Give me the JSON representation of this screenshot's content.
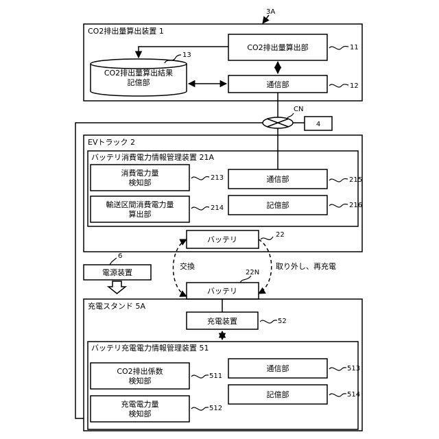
{
  "figure": {
    "ref_3a": "3A",
    "ref_cn": "CN",
    "ref_4": "4",
    "ref_6": "6",
    "ref_22": "22",
    "ref_22n": "22N"
  },
  "co2_device": {
    "title": "CO2排出量算出装置 1",
    "calc_unit": {
      "label": "CO2排出量算出部",
      "num": "11"
    },
    "comm_unit": {
      "label": "通信部",
      "num": "12"
    },
    "result_storage": {
      "line1": "CO2排出量算出結果",
      "line2": "記億部",
      "num": "13"
    }
  },
  "ev_truck": {
    "title": "EVトラック 2",
    "mgmt": {
      "title": "バッテリ消費電力情報管理装置 21A",
      "consumption_detector": {
        "line1": "消費電力量",
        "line2": "検知部",
        "num": "213"
      },
      "section_calc": {
        "line1": "輸送区間消費電力量",
        "line2": "算出部",
        "num": "214"
      },
      "comm_unit": {
        "label": "通信部",
        "num": "215"
      },
      "storage_unit": {
        "label": "記億部",
        "num": "216"
      }
    }
  },
  "battery_top": {
    "label": "バッテリ"
  },
  "battery_bottom": {
    "label": "バッテリ"
  },
  "exchange_label": "交換",
  "remove_recharge_label": "取り外し、再充電",
  "power_supply": {
    "label": "電源装置"
  },
  "charging_stand": {
    "title": "充電スタンド 5A",
    "charger": {
      "label": "充電装置",
      "num": "52"
    },
    "mgmt": {
      "title": "バッテリ充電電力情報管理装置 51",
      "co2_coef_detector": {
        "line1": "CO2排出係数",
        "line2": "検知部",
        "num": "511"
      },
      "charge_detector": {
        "line1": "充電電力量",
        "line2": "検知部",
        "num": "512"
      },
      "comm_unit": {
        "label": "通信部",
        "num": "513"
      },
      "storage_unit": {
        "label": "記億部",
        "num": "514"
      }
    }
  }
}
